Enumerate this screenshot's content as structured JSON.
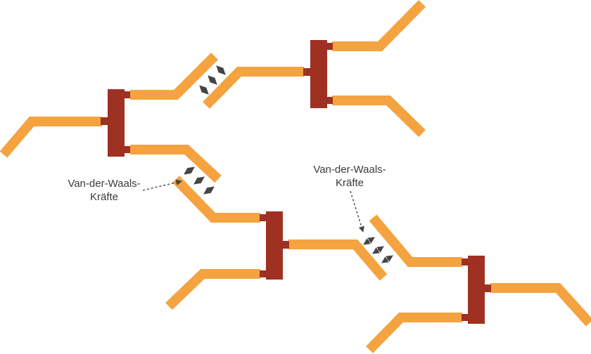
{
  "labels": {
    "left": {
      "line1": "Van-der-Waals-",
      "line2": "Kräfte"
    },
    "right": {
      "line1": "Van-der-Waals-",
      "line2": "Kräfte"
    }
  },
  "colors": {
    "chain": "#f4a340",
    "backbone": "#9e3122",
    "arrow": "#444444",
    "text": "#3a3a3a"
  }
}
